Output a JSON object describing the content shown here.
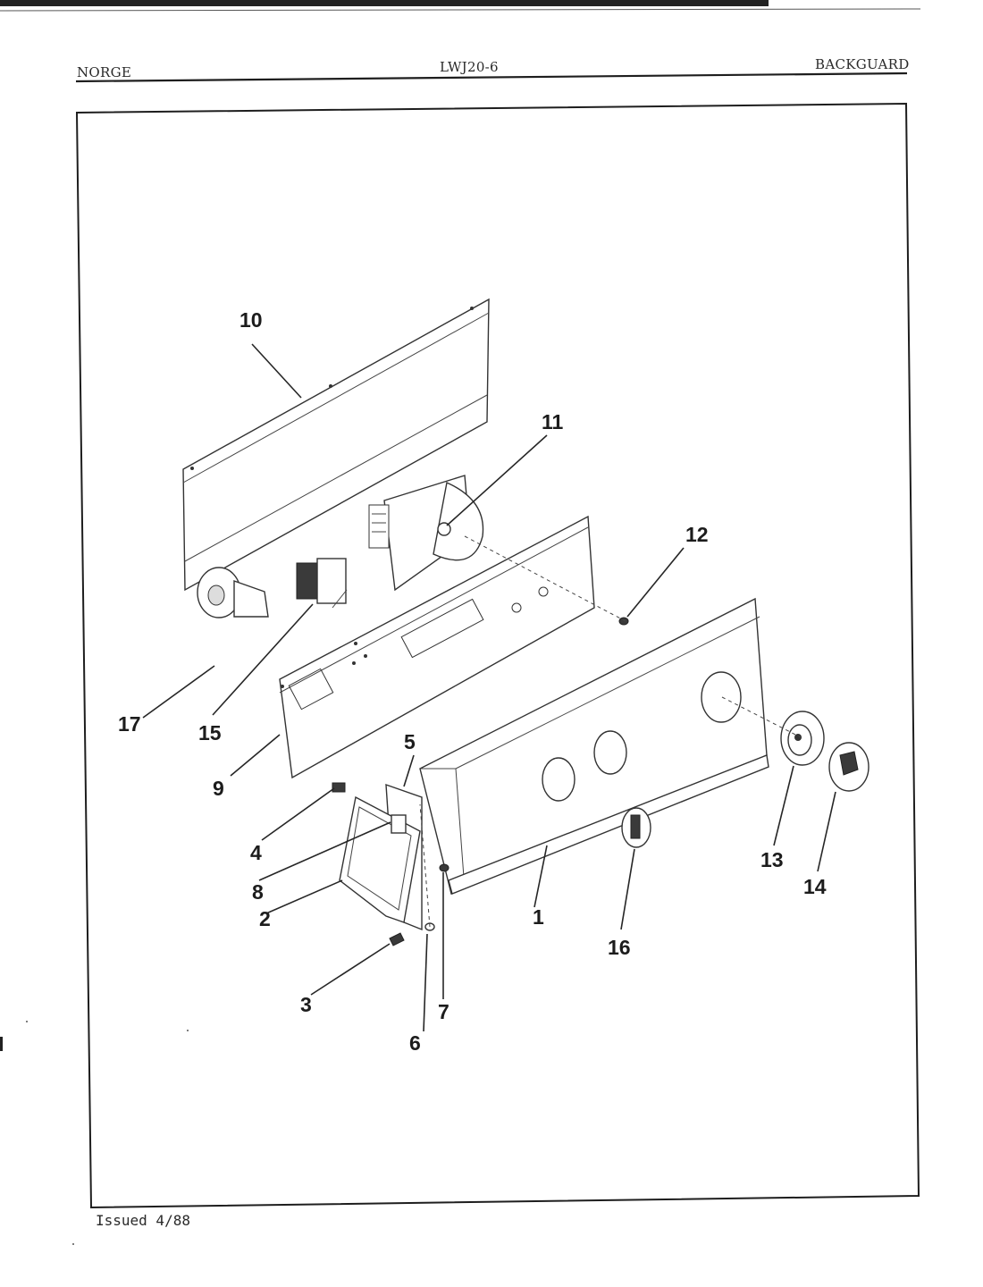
{
  "header": {
    "brand": "NORGE",
    "model": "LWJ20-6",
    "section": "BACKGUARD"
  },
  "footer": {
    "issued": "Issued 4/88"
  },
  "callouts": [
    "1",
    "2",
    "3",
    "4",
    "5",
    "6",
    "7",
    "8",
    "9",
    "10",
    "11",
    "12",
    "13",
    "14",
    "15",
    "16",
    "17"
  ]
}
